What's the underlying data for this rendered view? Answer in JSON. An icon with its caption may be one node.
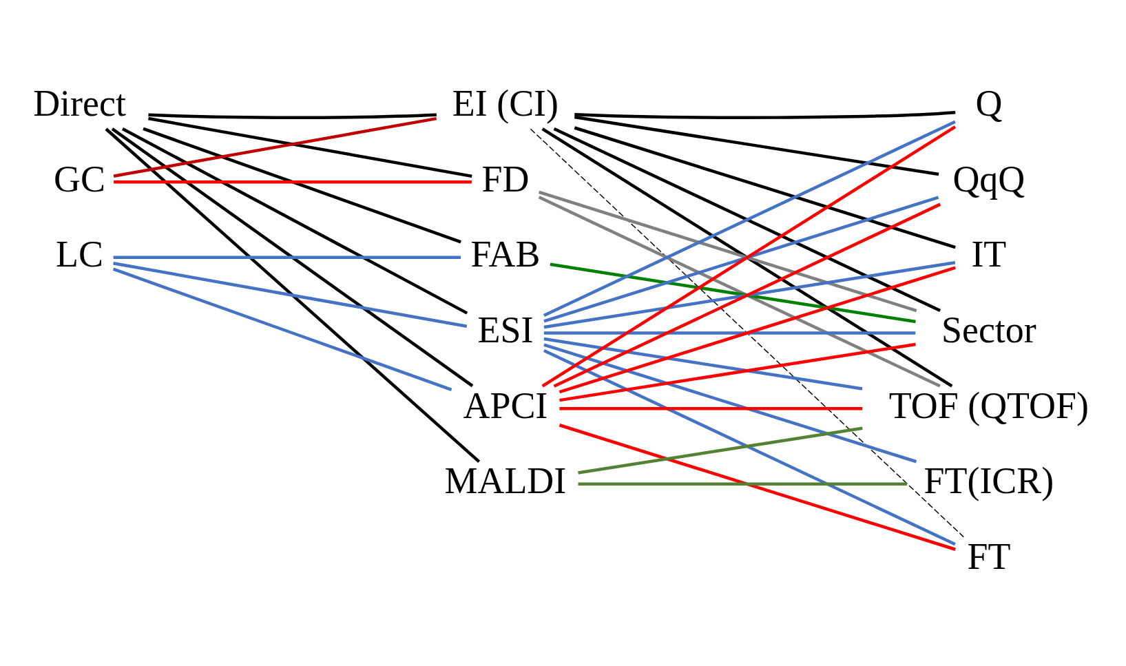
{
  "diagram": {
    "nodes": [
      {
        "text": [
          "Direct"
        ]
      },
      {
        "text": [
          "GC"
        ]
      },
      {
        "text": [
          "LC"
        ]
      },
      {
        "text": [
          "EI (CI)"
        ]
      },
      {
        "text": [
          "FD"
        ]
      },
      {
        "text": [
          "FAB"
        ]
      },
      {
        "text": [
          "ESI"
        ]
      },
      {
        "text": [
          "APCI"
        ]
      },
      {
        "text": [
          "MALDI"
        ]
      },
      {
        "text": [
          "Q"
        ]
      },
      {
        "text": [
          "QqQ"
        ]
      },
      {
        "text": [
          "IT"
        ]
      },
      {
        "text": [
          "Sector"
        ]
      },
      {
        "text": [
          "TOF (QTOF)"
        ]
      },
      {
        "text": [
          "FT(ICR)"
        ]
      },
      {
        "text": [
          "FT"
        ]
      }
    ],
    "edges": [
      {
        "from": 0,
        "to": 3,
        "arrow": "none"
      },
      {
        "from": 0,
        "to": 4,
        "arrow": "none"
      },
      {
        "from": 0,
        "to": 5,
        "arrow": "none"
      },
      {
        "from": 0,
        "to": 6,
        "arrow": "none"
      },
      {
        "from": 0,
        "to": 7,
        "arrow": "none"
      },
      {
        "from": 0,
        "to": 8,
        "arrow": "none"
      },
      {
        "from": 1,
        "to": 3,
        "arrow": "none",
        "color": "#c00000"
      },
      {
        "from": 1,
        "to": 4,
        "arrow": "none",
        "color": "#ff0000"
      },
      {
        "from": 2,
        "to": 5,
        "arrow": "none",
        "color": "#4472c4"
      },
      {
        "from": 2,
        "to": 6,
        "arrow": "none",
        "color": "#4472c4"
      },
      {
        "from": 2,
        "to": 7,
        "arrow": "none",
        "color": "#4472c4"
      },
      {
        "from": 3,
        "to": 9,
        "arrow": "none"
      },
      {
        "from": 3,
        "to": 10,
        "arrow": "none"
      },
      {
        "from": 3,
        "to": 11,
        "arrow": "none"
      },
      {
        "from": 3,
        "to": 12,
        "arrow": "none"
      },
      {
        "from": 3,
        "to": 13,
        "arrow": "none"
      },
      {
        "from": 3,
        "to": 15,
        "arrow": "none",
        "style": "dashed"
      },
      {
        "from": 4,
        "to": 12,
        "arrow": "none",
        "color": "#808080"
      },
      {
        "from": 4,
        "to": 13,
        "arrow": "none",
        "color": "#808080"
      },
      {
        "from": 5,
        "to": 12,
        "arrow": "none",
        "color": "#008000"
      },
      {
        "from": 6,
        "to": 9,
        "arrow": "none",
        "color": "#4472c4"
      },
      {
        "from": 6,
        "to": 10,
        "arrow": "none",
        "color": "#4472c4"
      },
      {
        "from": 6,
        "to": 11,
        "arrow": "none",
        "color": "#4472c4"
      },
      {
        "from": 6,
        "to": 12,
        "arrow": "none",
        "color": "#4472c4"
      },
      {
        "from": 6,
        "to": 13,
        "arrow": "none",
        "color": "#4472c4"
      },
      {
        "from": 6,
        "to": 14,
        "arrow": "none",
        "color": "#4472c4"
      },
      {
        "from": 6,
        "to": 15,
        "arrow": "none",
        "color": "#4472c4"
      },
      {
        "from": 7,
        "to": 9,
        "arrow": "none",
        "color": "#ff0000"
      },
      {
        "from": 7,
        "to": 10,
        "arrow": "none",
        "color": "#ff0000"
      },
      {
        "from": 7,
        "to": 11,
        "arrow": "none",
        "color": "#ff0000"
      },
      {
        "from": 7,
        "to": 12,
        "arrow": "none",
        "color": "#ff0000"
      },
      {
        "from": 7,
        "to": 13,
        "arrow": "none",
        "color": "#ff0000"
      },
      {
        "from": 7,
        "to": 15,
        "arrow": "none",
        "color": "#ff0000"
      },
      {
        "from": 8,
        "to": 13,
        "arrow": "none",
        "color": "#548235"
      },
      {
        "from": 8,
        "to": 14,
        "arrow": "none",
        "color": "#548235"
      }
    ]
  }
}
